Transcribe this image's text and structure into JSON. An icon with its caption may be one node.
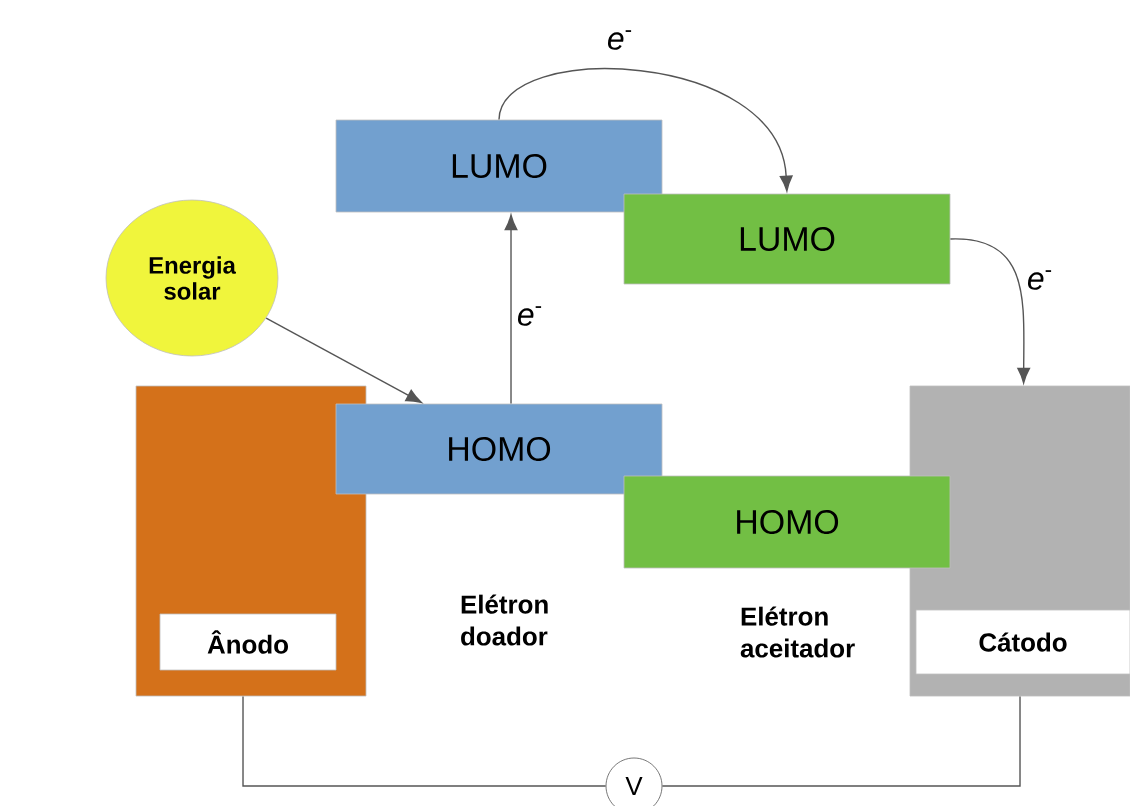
{
  "diagram": {
    "nodes": [
      {
        "text": [
          "Energia solar"
        ]
      },
      {
        "text": [
          "LUMO"
        ]
      },
      {
        "text": [
          "LUMO"
        ]
      },
      {
        "text": [
          "HOMO"
        ]
      },
      {
        "text": [
          "HOMO"
        ]
      },
      {
        "text": [],
        "shape": "box"
      },
      {
        "text": [
          "Ânodo"
        ],
        "in": 5
      },
      {
        "text": [],
        "shape": "box"
      },
      {
        "text": [
          "Cátodo"
        ],
        "in": 7
      },
      {
        "text": [
          "V"
        ]
      }
    ],
    "edges": [
      {
        "from": 0,
        "to": 3,
        "arrow": "to"
      },
      {
        "from": 3,
        "to": 1,
        "arrow": "to",
        "label": "*e*$^{-}$"
      },
      {
        "from": 1,
        "to": 2,
        "arrow": "to",
        "label": "*e*$^{-}$"
      },
      {
        "from": 2,
        "to": 7,
        "arrow": "to",
        "label": "*e*$^{-}$"
      },
      {
        "from": 5,
        "to": 9,
        "arrow": "none"
      },
      {
        "from": 9,
        "to": 7,
        "arrow": "none"
      }
    ],
    "labels": [
      "Elétron doador",
      "Elétron aceitador"
    ]
  }
}
